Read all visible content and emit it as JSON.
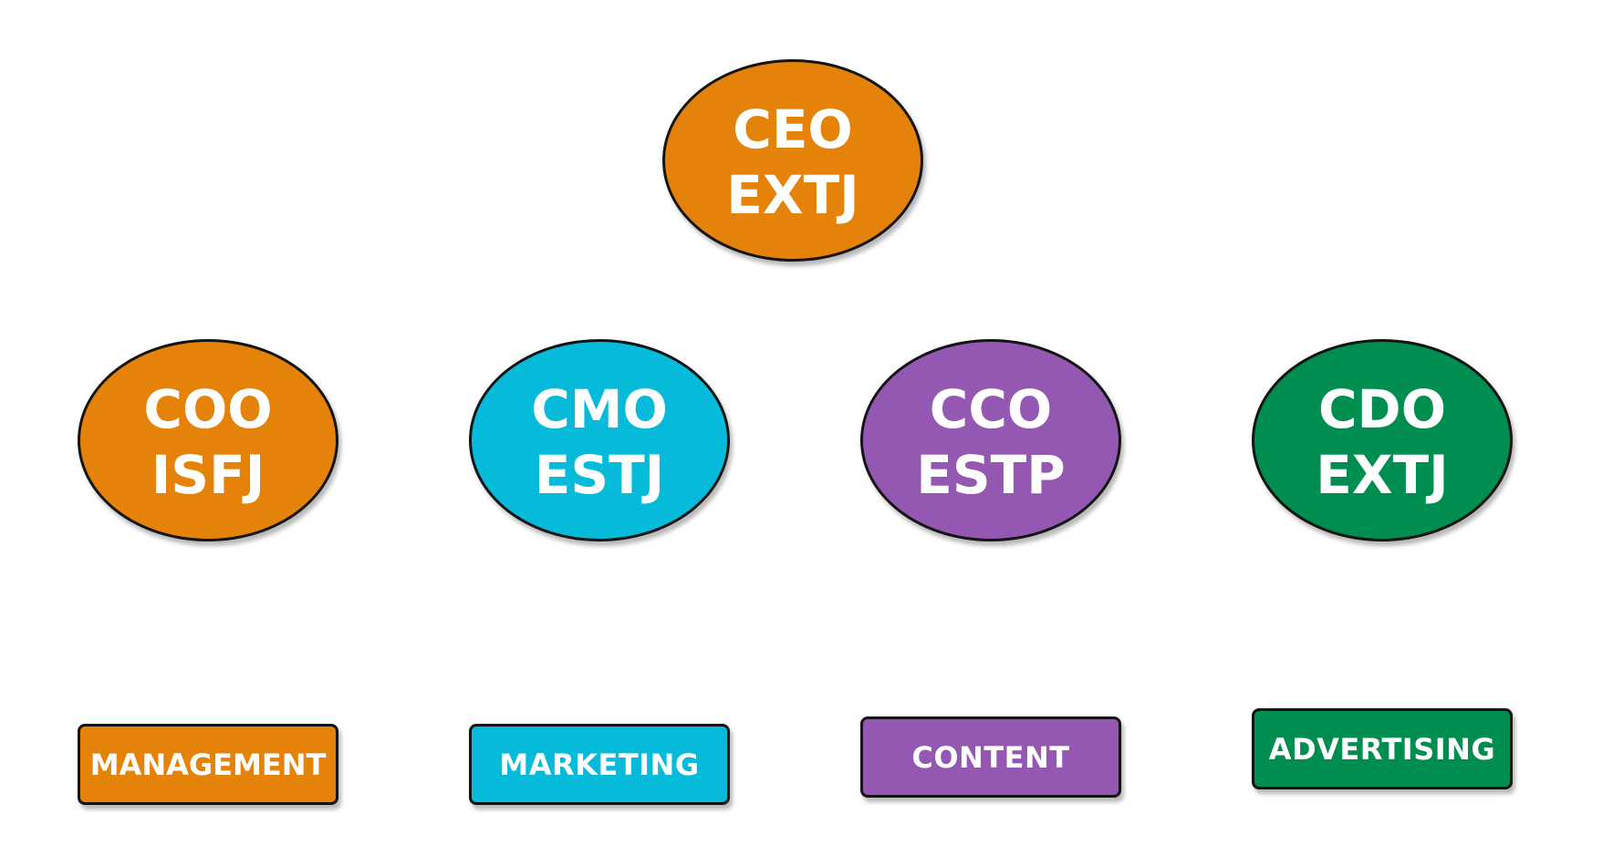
{
  "colors": {
    "orange": "#E5820A",
    "cyan": "#06BBD9",
    "purple": "#9458B2",
    "green": "#008E50",
    "outline": "#141414"
  },
  "top": {
    "role": "CEO",
    "type": "EXTJ",
    "color": "#E5820A"
  },
  "roles": [
    {
      "role": "COO",
      "type": "ISFJ",
      "color": "#E5820A"
    },
    {
      "role": "CMO",
      "type": "ESTJ",
      "color": "#06BBD9"
    },
    {
      "role": "CCO",
      "type": "ESTP",
      "color": "#9458B2"
    },
    {
      "role": "CDO",
      "type": "EXTJ",
      "color": "#008E50"
    }
  ],
  "departments": [
    {
      "label": "MANAGEMENT",
      "color": "#E5820A"
    },
    {
      "label": "MARKETING",
      "color": "#06BBD9"
    },
    {
      "label": "CONTENT",
      "color": "#9458B2"
    },
    {
      "label": "ADVERTISING",
      "color": "#008E50"
    }
  ]
}
